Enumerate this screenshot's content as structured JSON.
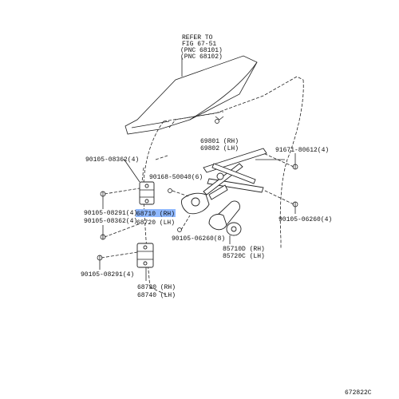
{
  "refer_note": {
    "line1": "REFER TO",
    "line2": "FIG 67-51",
    "line3": "(PNC 68101)",
    "line4": "(PNC 68102)"
  },
  "labels": {
    "regulator_rh": "69801 (RH)",
    "regulator_lh": "69802 (LH)",
    "bolt_91671": "91671-80612(4)",
    "bolt_90105_08362_top": "90105-08362(4)",
    "bolt_90168": "90168-50040(6)",
    "bolt_90105_08291_mid": "90105-08291(4)",
    "bolt_90105_08362_mid": "90105-08362(4)",
    "hinge_upper_rh": "68710 (RH)",
    "hinge_upper_lh": "68720 (LH)",
    "bolt_90105_06260_right": "90105-06260(4)",
    "bolt_90105_06260_mid": "90105-06260(8)",
    "motor_rh": "85710D (RH)",
    "motor_lh": "85720C (LH)",
    "bolt_90105_08291_bottom": "90105-08291(4)",
    "hinge_lower_rh": "68730 (RH)",
    "hinge_lower_lh": "68740 (LH)",
    "figure_code": "672822C"
  },
  "colors": {
    "line": "#222222",
    "highlight": "#8fb8ff"
  }
}
